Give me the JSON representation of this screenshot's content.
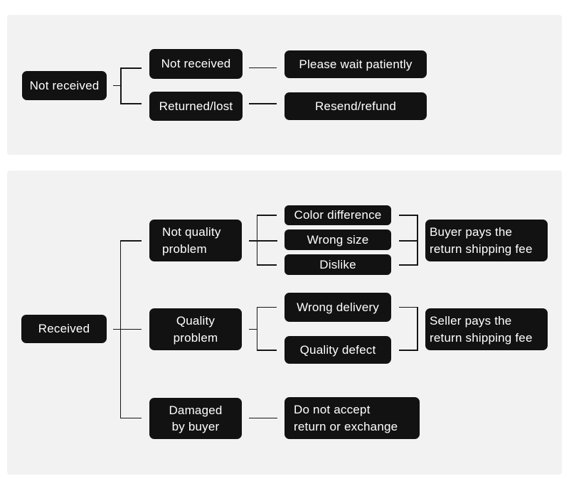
{
  "colors": {
    "page_bg": "#ffffff",
    "panel_bg": "#f2f2f2",
    "node_bg": "#121212",
    "node_text": "#ffffff",
    "connector": "#161616"
  },
  "panels": {
    "not_received_flow": "not-received-flow",
    "received_flow": "received-flow"
  },
  "nodes": {
    "nr_root": {
      "label": "Not received"
    },
    "nr_not_received": {
      "label": "Not received"
    },
    "nr_returned_lost": {
      "label": "Returned/lost"
    },
    "nr_wait": {
      "label": "Please wait patiently"
    },
    "nr_resend": {
      "label": "Resend/refund"
    },
    "r_root": {
      "label": "Received"
    },
    "r_not_quality": {
      "label": "Not quality\nproblem"
    },
    "r_quality": {
      "label": "Quality\nproblem"
    },
    "r_damaged": {
      "label": "Damaged\nby buyer"
    },
    "r_color_diff": {
      "label": "Color difference"
    },
    "r_wrong_size": {
      "label": "Wrong size"
    },
    "r_dislike": {
      "label": "Dislike"
    },
    "r_wrong_delivery": {
      "label": "Wrong delivery"
    },
    "r_quality_defect": {
      "label": "Quality defect"
    },
    "r_buyer_pays": {
      "label": "Buyer pays the\nreturn shipping fee"
    },
    "r_seller_pays": {
      "label": "Seller pays the\nreturn shipping fee"
    },
    "r_no_return": {
      "label": "Do not accept\nreturn or exchange"
    }
  },
  "edges": [
    [
      "nr_root",
      "nr_not_received"
    ],
    [
      "nr_root",
      "nr_returned_lost"
    ],
    [
      "nr_not_received",
      "nr_wait"
    ],
    [
      "nr_returned_lost",
      "nr_resend"
    ],
    [
      "r_root",
      "r_not_quality"
    ],
    [
      "r_root",
      "r_quality"
    ],
    [
      "r_root",
      "r_damaged"
    ],
    [
      "r_not_quality",
      "r_color_diff"
    ],
    [
      "r_not_quality",
      "r_wrong_size"
    ],
    [
      "r_not_quality",
      "r_dislike"
    ],
    [
      "r_color_diff",
      "r_buyer_pays"
    ],
    [
      "r_wrong_size",
      "r_buyer_pays"
    ],
    [
      "r_dislike",
      "r_buyer_pays"
    ],
    [
      "r_quality",
      "r_wrong_delivery"
    ],
    [
      "r_quality",
      "r_quality_defect"
    ],
    [
      "r_wrong_delivery",
      "r_seller_pays"
    ],
    [
      "r_quality_defect",
      "r_seller_pays"
    ],
    [
      "r_damaged",
      "r_no_return"
    ]
  ]
}
